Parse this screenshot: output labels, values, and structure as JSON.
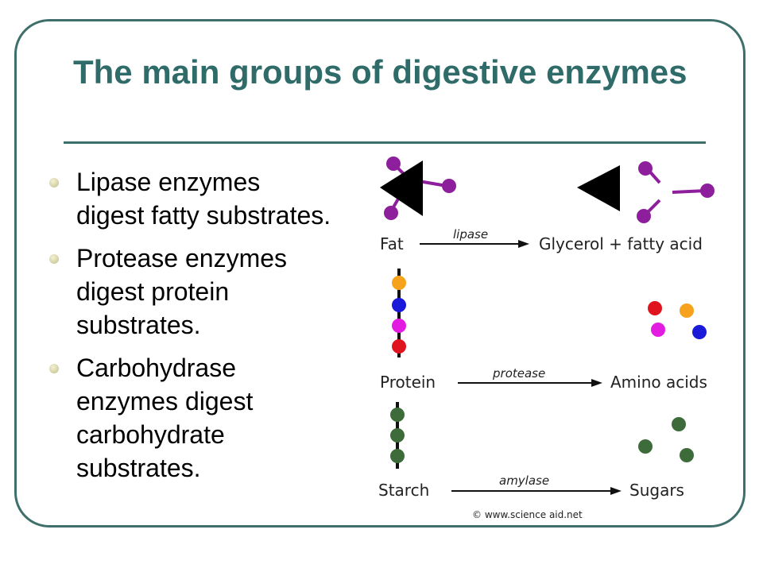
{
  "slide": {
    "title": "The main groups of digestive enzymes",
    "bullets": [
      "Lipase enzymes digest fatty substrates.",
      "Protease enzymes digest protein substrates.",
      "Carbohydrase enzymes digest carbohydrate substrates."
    ]
  },
  "figure": {
    "reactions": [
      {
        "substrate": "Fat",
        "enzyme": "lipase",
        "product": "Glycerol + fatty acid"
      },
      {
        "substrate": "Protein",
        "enzyme": "protease",
        "product": "Amino acids"
      },
      {
        "substrate": "Starch",
        "enzyme": "amylase",
        "product": "Sugars"
      }
    ],
    "copyright": "© www.science aid.net"
  },
  "colors": {
    "frame": "#3f6f6b",
    "title": "#2f6b68",
    "lipid": "#8e1f9c",
    "amino_orange": "#f6a21c",
    "amino_blue": "#1a1ad8",
    "amino_magenta": "#e21ce0",
    "amino_red": "#e0141e",
    "sugar": "#3d6b3a"
  }
}
